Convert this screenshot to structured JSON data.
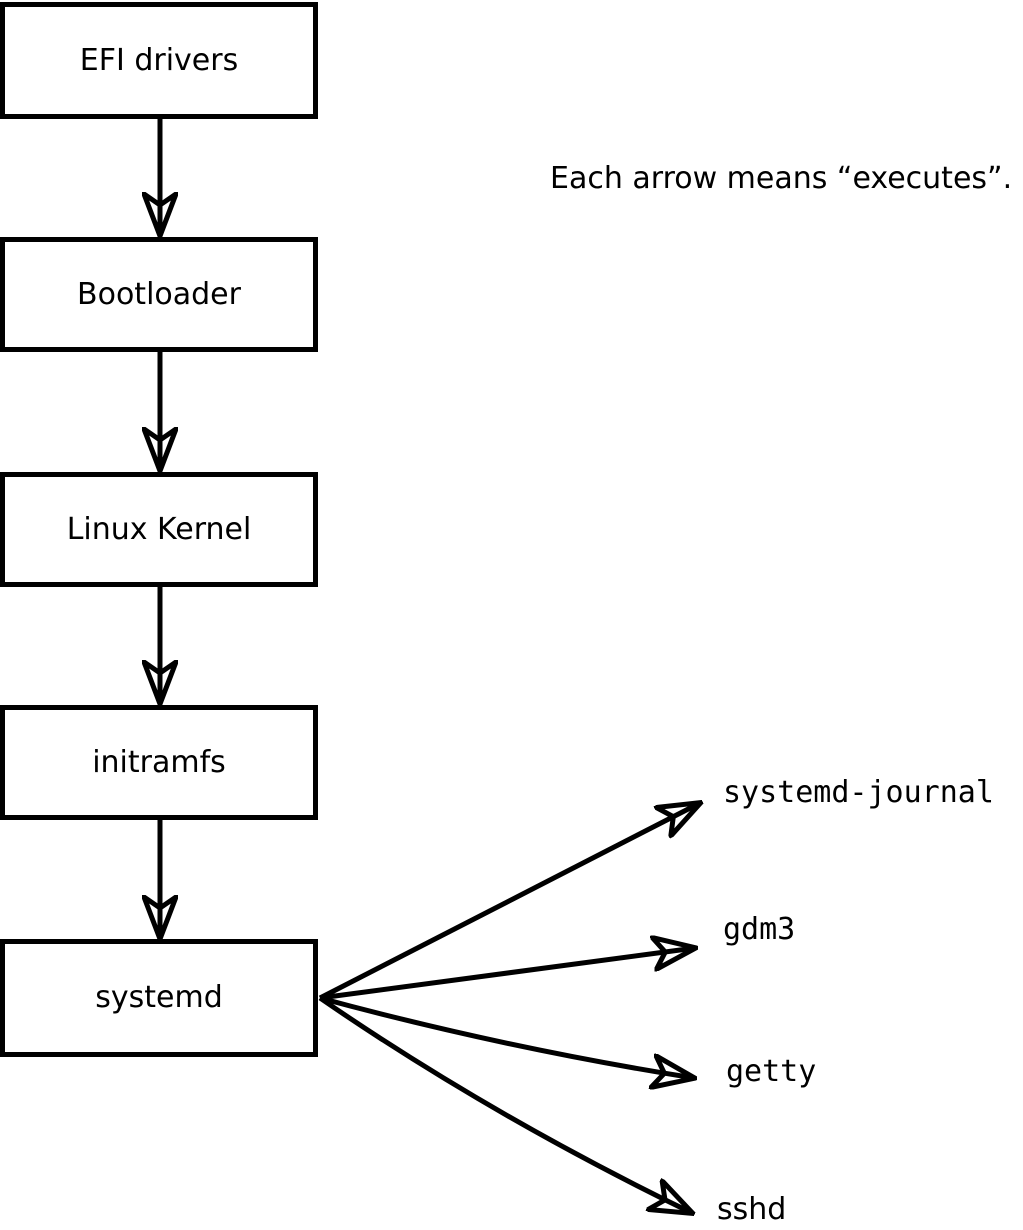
{
  "diagram": {
    "annotation": "Each arrow means “executes”.",
    "boot_chain": [
      {
        "label": "EFI drivers"
      },
      {
        "label": "Bootloader"
      },
      {
        "label": "Linux Kernel"
      },
      {
        "label": "initramfs"
      },
      {
        "label": "systemd"
      }
    ],
    "spawned_processes": [
      {
        "label": "systemd-journal"
      },
      {
        "label": "gdm3"
      },
      {
        "label": "getty"
      },
      {
        "label": "sshd"
      }
    ],
    "arrow_relation": "executes",
    "colors": {
      "line": "#000000",
      "background": "#ffffff",
      "box_fill": "#ffffff"
    }
  }
}
